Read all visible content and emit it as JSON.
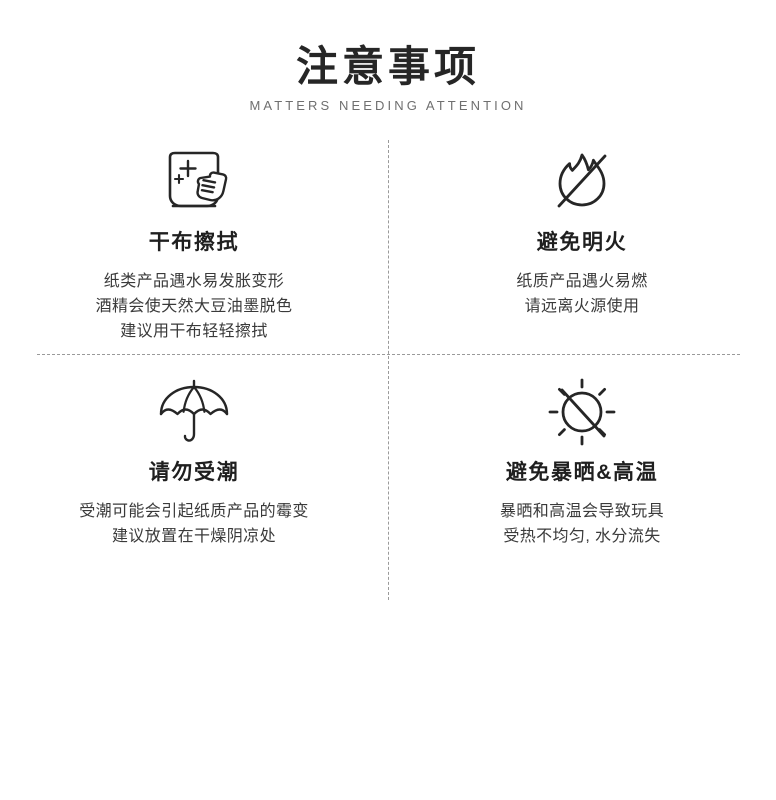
{
  "header": {
    "title": "注意事项",
    "subtitle": "MATTERS NEEDING ATTENTION"
  },
  "colors": {
    "ink": "#262626",
    "body_text": "#3a3a3a",
    "subtitle": "#6f6f6f",
    "divider": "#9a9a9a",
    "background": "#ffffff",
    "icon_stroke": "#262626"
  },
  "cells": [
    {
      "icon": "cloth-wipe-icon",
      "heading": "干布擦拭",
      "lines": [
        "纸类产品遇水易发胀变形",
        "酒精会使天然大豆油墨脱色",
        "建议用干布轻轻擦拭"
      ]
    },
    {
      "icon": "no-flame-icon",
      "heading": "避免明火",
      "lines": [
        "纸质产品遇火易燃",
        "请远离火源使用"
      ]
    },
    {
      "icon": "umbrella-icon",
      "heading": "请勿受潮",
      "lines": [
        "受潮可能会引起纸质产品的霉变",
        "建议放置在干燥阴凉处"
      ]
    },
    {
      "icon": "no-sun-icon",
      "heading": "避免暴晒&高温",
      "lines": [
        "暴晒和高温会导致玩具",
        "受热不均匀, 水分流失"
      ]
    }
  ]
}
